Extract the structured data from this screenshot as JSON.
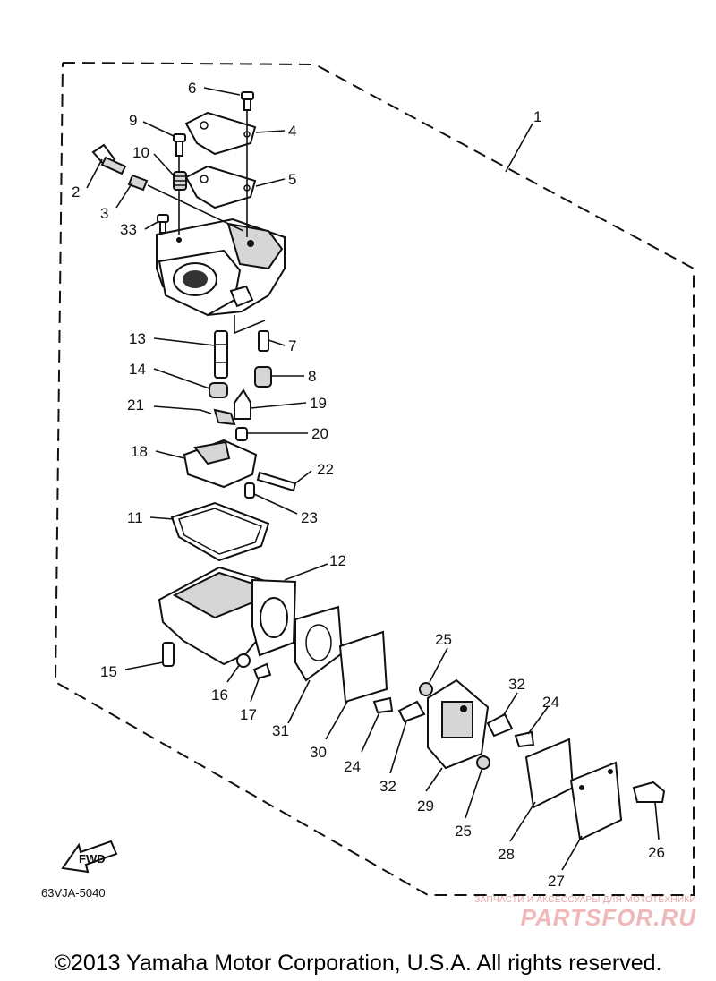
{
  "diagram": {
    "code": "63VJA-5040",
    "fwd_label": "FWD",
    "callouts": [
      {
        "id": "c1",
        "text": "1"
      },
      {
        "id": "c2",
        "text": "2"
      },
      {
        "id": "c3",
        "text": "3"
      },
      {
        "id": "c4",
        "text": "4"
      },
      {
        "id": "c5",
        "text": "5"
      },
      {
        "id": "c6",
        "text": "6"
      },
      {
        "id": "c7",
        "text": "7"
      },
      {
        "id": "c8",
        "text": "8"
      },
      {
        "id": "c9",
        "text": "9"
      },
      {
        "id": "c10",
        "text": "10"
      },
      {
        "id": "c11",
        "text": "11"
      },
      {
        "id": "c12",
        "text": "12"
      },
      {
        "id": "c13",
        "text": "13"
      },
      {
        "id": "c14",
        "text": "14"
      },
      {
        "id": "c15",
        "text": "15"
      },
      {
        "id": "c16",
        "text": "16"
      },
      {
        "id": "c17",
        "text": "17"
      },
      {
        "id": "c18",
        "text": "18"
      },
      {
        "id": "c19",
        "text": "19"
      },
      {
        "id": "c20",
        "text": "20"
      },
      {
        "id": "c21",
        "text": "21"
      },
      {
        "id": "c22",
        "text": "22"
      },
      {
        "id": "c23",
        "text": "23"
      },
      {
        "id": "c24a",
        "text": "24"
      },
      {
        "id": "c24b",
        "text": "24"
      },
      {
        "id": "c25a",
        "text": "25"
      },
      {
        "id": "c25b",
        "text": "25"
      },
      {
        "id": "c26",
        "text": "26"
      },
      {
        "id": "c27",
        "text": "27"
      },
      {
        "id": "c28",
        "text": "28"
      },
      {
        "id": "c29",
        "text": "29"
      },
      {
        "id": "c30",
        "text": "30"
      },
      {
        "id": "c31",
        "text": "31"
      },
      {
        "id": "c32a",
        "text": "32"
      },
      {
        "id": "c32b",
        "text": "32"
      },
      {
        "id": "c33",
        "text": "33"
      }
    ]
  },
  "watermark": {
    "subtitle": "ЗАПЧАСТИ И АКСЕССУАРЫ ДЛЯ МОТОТЕХНИКИ",
    "brand": "PARTSFOR.RU"
  },
  "footer": {
    "copyright": "©2013 Yamaha Motor Corporation, U.S.A. All rights reserved."
  },
  "colors": {
    "line": "#111111",
    "watermark": "#f0b8b8"
  }
}
